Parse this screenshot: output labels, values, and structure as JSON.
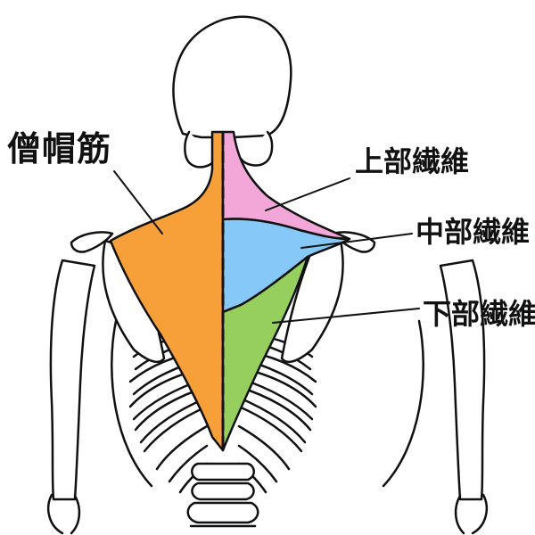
{
  "labels": {
    "main": "僧帽筋",
    "upper": "上部繊維",
    "middle": "中部繊維",
    "lower": "下部繊維"
  },
  "colors": {
    "trapezius_left": "#F7A03A",
    "upper_fibers": "#F3A6D8",
    "middle_fibers": "#86C8F7",
    "lower_fibers": "#96CF5E",
    "outline": "#111111",
    "bone": "#ffffff"
  }
}
